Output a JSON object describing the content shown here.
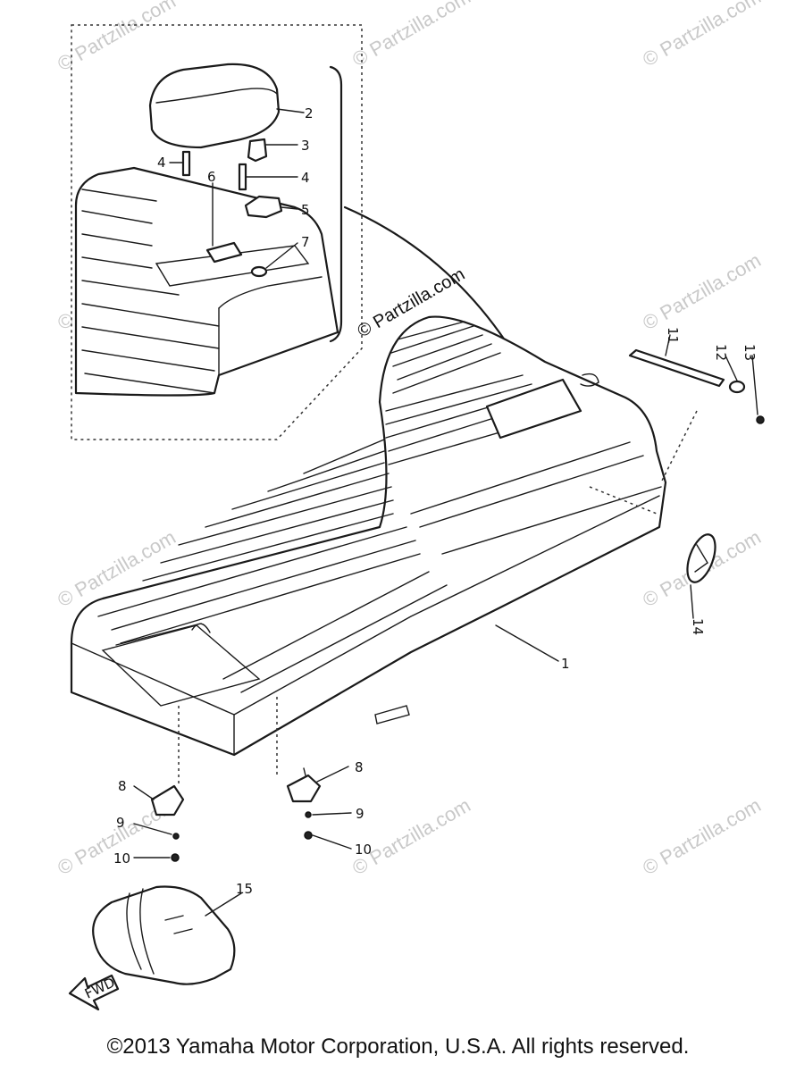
{
  "watermark": "© Partzilla.com",
  "callout_label": "© Partzilla.com",
  "copyright": "©2013  Yamaha Motor Corporation, U.S.A. All rights reserved.",
  "parts": {
    "p1": "1",
    "p2": "2",
    "p3": "3",
    "p4a": "4",
    "p4b": "4",
    "p5": "5",
    "p6": "6",
    "p7": "7",
    "p8a": "8",
    "p8b": "8",
    "p9a": "9",
    "p9b": "9",
    "p10a": "10",
    "p10b": "10",
    "p11": "11",
    "p12": "12",
    "p13": "13",
    "p14": "14",
    "p15": "15"
  },
  "fwd_label": "FWD"
}
